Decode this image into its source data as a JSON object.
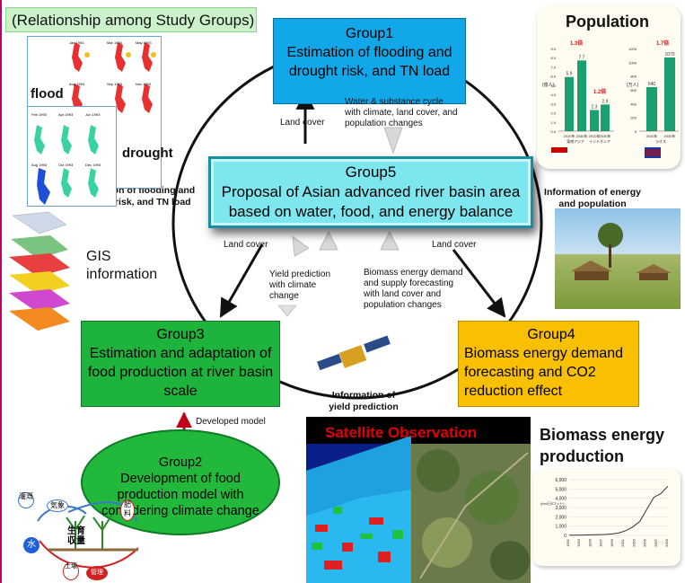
{
  "title": "(Relationship among Study Groups)",
  "groups": {
    "g1": {
      "name": "Group1",
      "desc": "Estimation of  flooding and drought risk, and TN load"
    },
    "g2": {
      "name": "Group2",
      "desc": "Development  of food production model with considering  climate change"
    },
    "g3": {
      "name": "Group3",
      "desc": "Estimation  and adaptation of food production at  river basin scale"
    },
    "g4": {
      "name": "Group4",
      "desc": "Biomass  energy demand forecasting and CO2 reduction effect"
    },
    "g5": {
      "name": "Group5",
      "desc": "Proposal of Asian advanced river basin area based on water, food, and energy balance"
    }
  },
  "flows": {
    "land_cover_g1": "Land cover",
    "water_cycle": "Water & substance cycle with  climate, land cover, and population changes",
    "flood_info": "Information of flooding and drought risk, and TN load",
    "energy_info": "Information of  energy and population",
    "land_cover_left": "Land cover",
    "land_cover_right": "Land cover",
    "yield_climate": "Yield prediction with climate change",
    "biomass_demand": "Biomass energy demand and supply forecasting with  land cover and population changes",
    "yield_info": "Information  of yield prediction",
    "developed_model": "Developed model"
  },
  "side": {
    "flood": "flood",
    "drought": "drought",
    "gis": "GIS information",
    "population": "Population",
    "satellite": "Satellite Observation",
    "biomass_prod": "Biomass energy production"
  },
  "map_months": [
    "Jan 1993",
    "Mar 1993",
    "May 1993",
    "Aug 1993",
    "Sep 1993",
    "Nov 1993",
    "Feb 1993",
    "Apr 1993",
    "Jun 1993",
    "Aug 1993",
    "Oct 1993",
    "Dec 1993"
  ],
  "population_chart": {
    "left": {
      "ylabel": "(億人)",
      "ticks": [
        "9.0",
        "8.0",
        "7.0",
        "6.0",
        "5.0",
        "4.0",
        "3.0",
        "2.0",
        "1.0",
        "0.0"
      ],
      "x": [
        "2010年",
        "2030年",
        "2010年",
        "2030年"
      ],
      "groups": [
        "東南アジア",
        "インドネシア"
      ],
      "values": [
        5.9,
        7.7,
        2.3,
        2.9
      ],
      "annot1": "1.3倍",
      "annot2": "1.2倍"
    },
    "right": {
      "ylabel": "(万人)",
      "ticks": [
        "1200",
        "1000",
        "800",
        "600",
        "400",
        "200",
        "0"
      ],
      "x": [
        "2010年",
        "2030年"
      ],
      "group": "ラオス",
      "values": [
        640,
        1070
      ],
      "annot": "1.7倍"
    }
  },
  "biomass_chart": {
    "ylabel": "(ton/日/ロット)",
    "ticks": [
      "6,000",
      "5,000",
      "4,000",
      "3,000",
      "2,000",
      "1,000",
      "0"
    ],
    "years": [
      "1991",
      "1993",
      "1995",
      "1997",
      "1999",
      "2001",
      "2003",
      "2005",
      "2007",
      "2009"
    ],
    "values": [
      20,
      30,
      40,
      60,
      80,
      100,
      150,
      250,
      500,
      900,
      1500,
      2800,
      4100,
      4500,
      5300
    ]
  },
  "crop_labels": {
    "rain": "灌漑",
    "weather": "気象",
    "growth": "生育収量",
    "fertilizer": "肥料",
    "water": "水",
    "soil": "土壌",
    "mgmt": "管理"
  },
  "colors": {
    "g1": "#11a7e8",
    "g3": "#1eb33c",
    "g4": "#f8c000",
    "g5": "#7ee6ee",
    "satellite_text": "#e00000"
  }
}
